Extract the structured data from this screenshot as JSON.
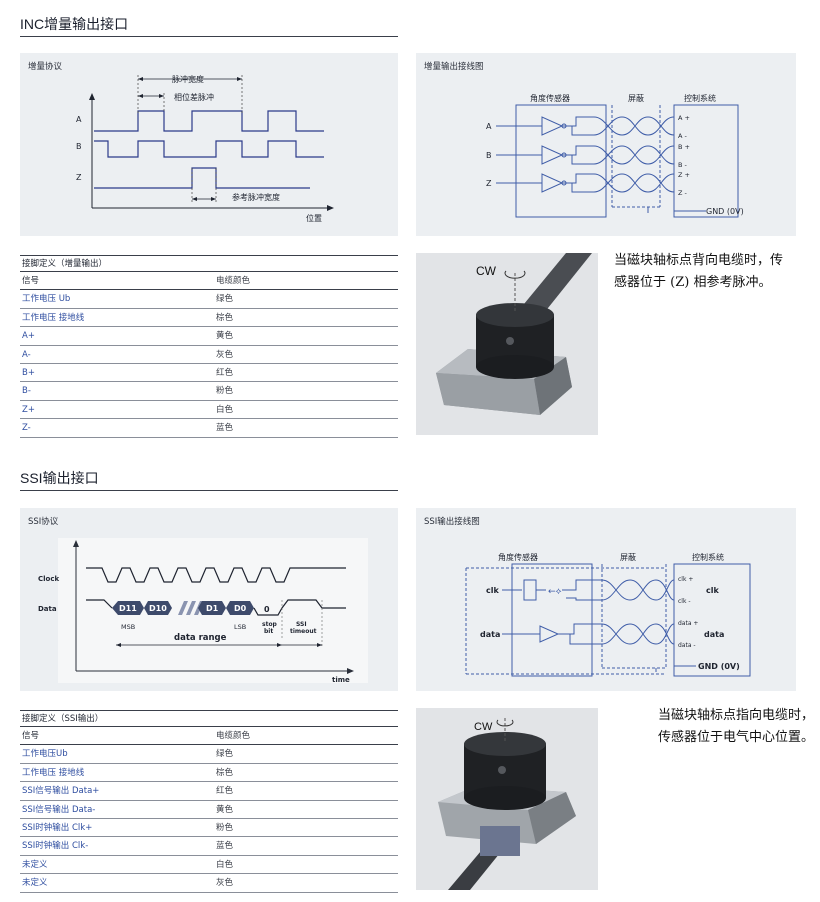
{
  "inc": {
    "title": "INC增量输出接口",
    "protocol": {
      "title": "增量协议",
      "labels": {
        "pulse_width": "脉冲宽度",
        "phase_diff": "相位差脉冲",
        "ref_pulse_width": "参考脉冲宽度",
        "position": "位置",
        "ch_a": "A",
        "ch_b": "B",
        "ch_z": "Z"
      }
    },
    "wiring": {
      "title": "增量输出接线图",
      "labels": {
        "sensor": "角度传感器",
        "shield": "屏蔽",
        "control": "控制系统",
        "in_a": "A",
        "in_b": "B",
        "in_z": "Z",
        "a_plus": "A +",
        "a_minus": "A -",
        "b_plus": "B +",
        "b_minus": "B -",
        "z_plus": "Z +",
        "z_minus": "Z -",
        "gnd": "GND (0V)"
      }
    },
    "pins": {
      "caption": "接脚定义（增量输出）",
      "header": [
        "信号",
        "电缆颜色"
      ],
      "rows": [
        [
          "工作电压 Ub",
          "绿色"
        ],
        [
          "工作电压 接地线",
          "棕色"
        ],
        [
          "A+",
          "黄色"
        ],
        [
          "A-",
          "灰色"
        ],
        [
          "B+",
          "红色"
        ],
        [
          "B-",
          "粉色"
        ],
        [
          "Z+",
          "白色"
        ],
        [
          "Z-",
          "蓝色"
        ]
      ]
    },
    "photo": {
      "cw_label": "CW"
    },
    "note": [
      "当磁块轴标点背向电缆时，传",
      "感器位于 (Z) 相参考脉冲。"
    ]
  },
  "ssi": {
    "title": "SSI输出接口",
    "protocol": {
      "title": "SSI协议",
      "labels": {
        "clock": "Clock",
        "data": "Data",
        "d11": "D11",
        "d10": "D10",
        "d1": "D1",
        "d0": "D0",
        "zero": "0",
        "msb": "MSB",
        "lsb": "LSB",
        "stop": "stop",
        "bit": "bit",
        "ssi": "SSI",
        "timeout": "timeout",
        "data_range": "data range",
        "time": "time"
      }
    },
    "wiring": {
      "title": "SSI输出接线图",
      "labels": {
        "sensor": "角度传感器",
        "shield": "屏蔽",
        "control": "控制系统",
        "clk": "clk",
        "data": "data",
        "clk_plus": "clk +",
        "clk_minus": "clk -",
        "data_plus": "data +",
        "data_minus": "data -",
        "ctrl_clk": "clk",
        "ctrl_data": "data",
        "gnd": "GND (0V)"
      }
    },
    "pins": {
      "caption": "接脚定义（SSI输出）",
      "header": [
        "信号",
        "电缆颜色"
      ],
      "rows": [
        [
          "工作电压Ub",
          "绿色"
        ],
        [
          "工作电压 接地线",
          "棕色"
        ],
        [
          "SSI信号输出 Data+",
          "红色"
        ],
        [
          "SSI信号输出 Data-",
          "黄色"
        ],
        [
          "SSI时钟输出 Clk+",
          "粉色"
        ],
        [
          "SSI时钟输出 Clk-",
          "蓝色"
        ],
        [
          "未定义",
          "白色"
        ],
        [
          "未定义",
          "灰色"
        ]
      ]
    },
    "photo": {
      "cw_label": "CW"
    },
    "note": [
      "当磁块轴标点指向电缆时，",
      "传感器位于电气中心位置。"
    ]
  },
  "colors": {
    "panel_bg": "#eceff2",
    "diagram_blue": "#3f5da8",
    "accent_text": "#2f4ea0"
  }
}
